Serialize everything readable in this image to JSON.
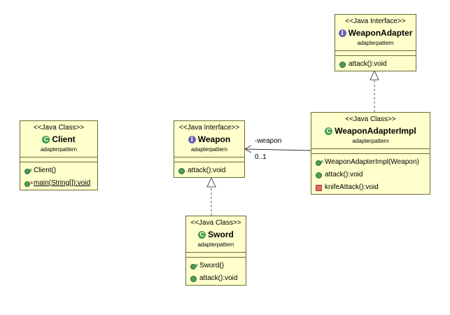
{
  "colors": {
    "box_fill": "#ffffcc",
    "box_border": "#6b6b35",
    "class_icon": "#3f9e49",
    "interface_icon": "#6a61b5",
    "public_dot": "#4e9e55",
    "private_square": "#e36a6a"
  },
  "classes": {
    "weapon_adapter": {
      "stereotype": "<<Java Interface>>",
      "icon": "interface-icon",
      "name": "WeaponAdapter",
      "package": "adapterpattern",
      "members": [
        "attack():void"
      ]
    },
    "client": {
      "stereotype": "<<Java Class>>",
      "icon": "class-icon",
      "name": "Client",
      "package": "adapterpattern",
      "members": [
        "Client()",
        "main(String[]):void"
      ]
    },
    "weapon": {
      "stereotype": "<<Java Interface>>",
      "icon": "interface-icon",
      "name": "Weapon",
      "package": "adapterpattern",
      "members": [
        "attack():void"
      ]
    },
    "weapon_adapter_impl": {
      "stereotype": "<<Java Class>>",
      "icon": "class-icon",
      "name": "WeaponAdapterImpl",
      "package": "adapterpattern",
      "members": [
        "WeaponAdapterImpl(Weapon)",
        "attack():void",
        "knifeAttack():void"
      ]
    },
    "sword": {
      "stereotype": "<<Java Class>>",
      "icon": "class-icon",
      "name": "Sword",
      "package": "adapterpattern",
      "members": [
        "Sword()",
        "attack():void"
      ]
    }
  },
  "associations": {
    "weapon_ref": {
      "role": "-weapon",
      "multiplicity": "0..1"
    }
  }
}
